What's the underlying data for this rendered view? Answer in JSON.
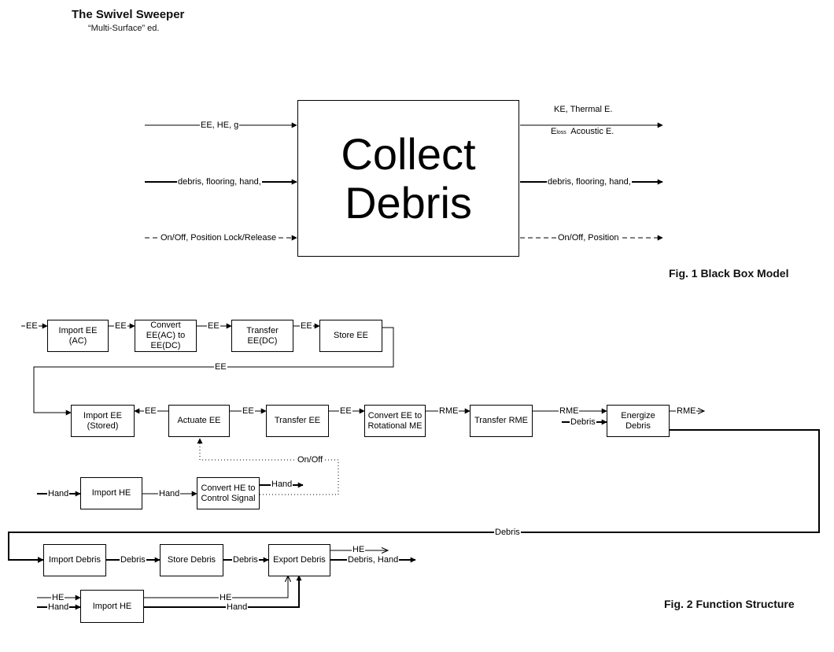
{
  "header": {
    "title": "The Swivel Sweeper",
    "subtitle": "“Multi-Surface” ed."
  },
  "black_box": {
    "function_line1": "Collect",
    "function_line2": "Debris",
    "inputs": {
      "energy": "EE, HE, g",
      "material": "debris, flooring, hand,",
      "signal": "On/Off, Position Lock/Release"
    },
    "outputs": {
      "energy_line1": "KE, Thermal E.",
      "energy_line2_main": "E",
      "energy_line2_sub": "loss",
      "energy_line2_rest": "  Acoustic E.",
      "material": "debris, flooring, hand,",
      "signal": "On/Off, Position"
    },
    "caption": "Fig. 1 Black Box Model"
  },
  "function_structure": {
    "blocks": {
      "import_ee_ac": "Import EE\n(AC)",
      "convert_ee": "Convert\nEE(AC) to\nEE(DC)",
      "transfer_ee_dc": "Transfer\nEE(DC)",
      "store_ee": "Store EE",
      "import_ee_stored": "Import EE\n(Stored)",
      "actuate_ee": "Actuate EE",
      "transfer_ee": "Transfer EE",
      "convert_rot": "Convert EE to\nRotational ME",
      "transfer_rme": "Transfer RME",
      "energize_debris": "Energize\nDebris",
      "import_he_1": "Import HE",
      "convert_he": "Convert HE to\nControl Signal",
      "import_debris": "Import Debris",
      "store_debris": "Store Debris",
      "export_debris": "Export Debris",
      "import_he_2": "Import HE"
    },
    "flows": {
      "ee": "EE",
      "rme": "RME",
      "debris": "Debris",
      "hand": "Hand",
      "he": "HE",
      "on_off": "On/Off",
      "debris_hand": "Debris, Hand"
    },
    "caption": "Fig. 2 Function Structure"
  }
}
